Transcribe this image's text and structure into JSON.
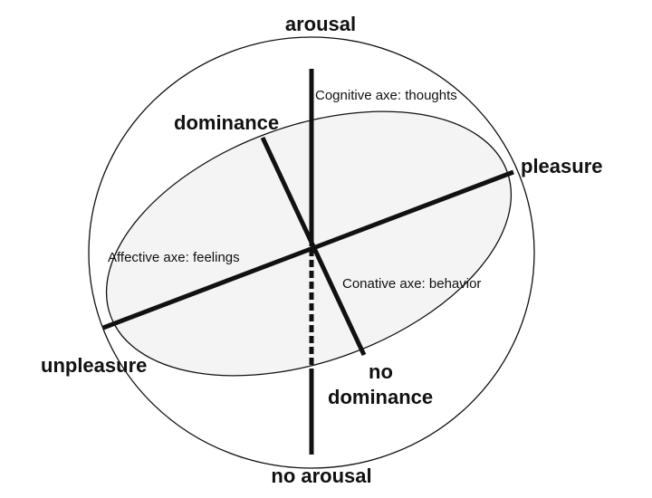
{
  "poles": {
    "arousal": "arousal",
    "no_arousal": "no arousal",
    "dominance": "dominance",
    "no_dominance_line1": "no",
    "no_dominance_line2": "dominance",
    "pleasure": "pleasure",
    "unpleasure": "unpleasure"
  },
  "axes": {
    "cognitive": "Cognitive axe: thoughts",
    "affective": "Affective axe: feelings",
    "conative": "Conative axe: behavior"
  },
  "colors": {
    "stroke": "#111111",
    "ellipse_fill": "#f4f4f4",
    "background": "#ffffff"
  }
}
